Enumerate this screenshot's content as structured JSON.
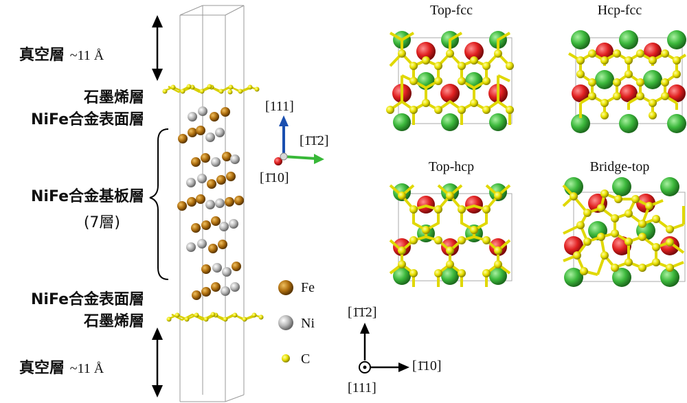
{
  "left_labels": {
    "vacuum_top": "真空層",
    "vacuum_top_size": "~11 Å",
    "graphene_top": "石墨烯層",
    "surface_top": "NiFe合金表面層",
    "substrate": "NiFe合金基板層",
    "substrate_count": "(7層)",
    "surface_bottom": "NiFe合金表面層",
    "graphene_bottom": "石墨烯層",
    "vacuum_bottom": "真空層",
    "vacuum_bottom_size": "~11 Å"
  },
  "axes_side": {
    "up": "[111]",
    "right": "[1̄1̄2]",
    "out": "[1̄10]"
  },
  "legend": [
    {
      "symbol": "Fe",
      "color": "#b07010"
    },
    {
      "symbol": "Ni",
      "color": "#b8b8b8"
    },
    {
      "symbol": "C",
      "color": "#e8e000"
    }
  ],
  "panels": [
    {
      "title": "Top-fcc"
    },
    {
      "title": "Hcp-fcc"
    },
    {
      "title": "Top-hcp"
    },
    {
      "title": "Bridge-top"
    }
  ],
  "axes_top": {
    "up": "[1̄1̄2]",
    "right": "[1̄10]",
    "out": "[111]"
  },
  "colors": {
    "fe": "#b07010",
    "ni": "#b8b8b8",
    "carbon": "#e8e000",
    "green_atom": "#3cb83c",
    "red_atom": "#e02020",
    "axis_blue": "#1a4fb0",
    "axis_green": "#38b838",
    "axis_red": "#c81e1e"
  }
}
